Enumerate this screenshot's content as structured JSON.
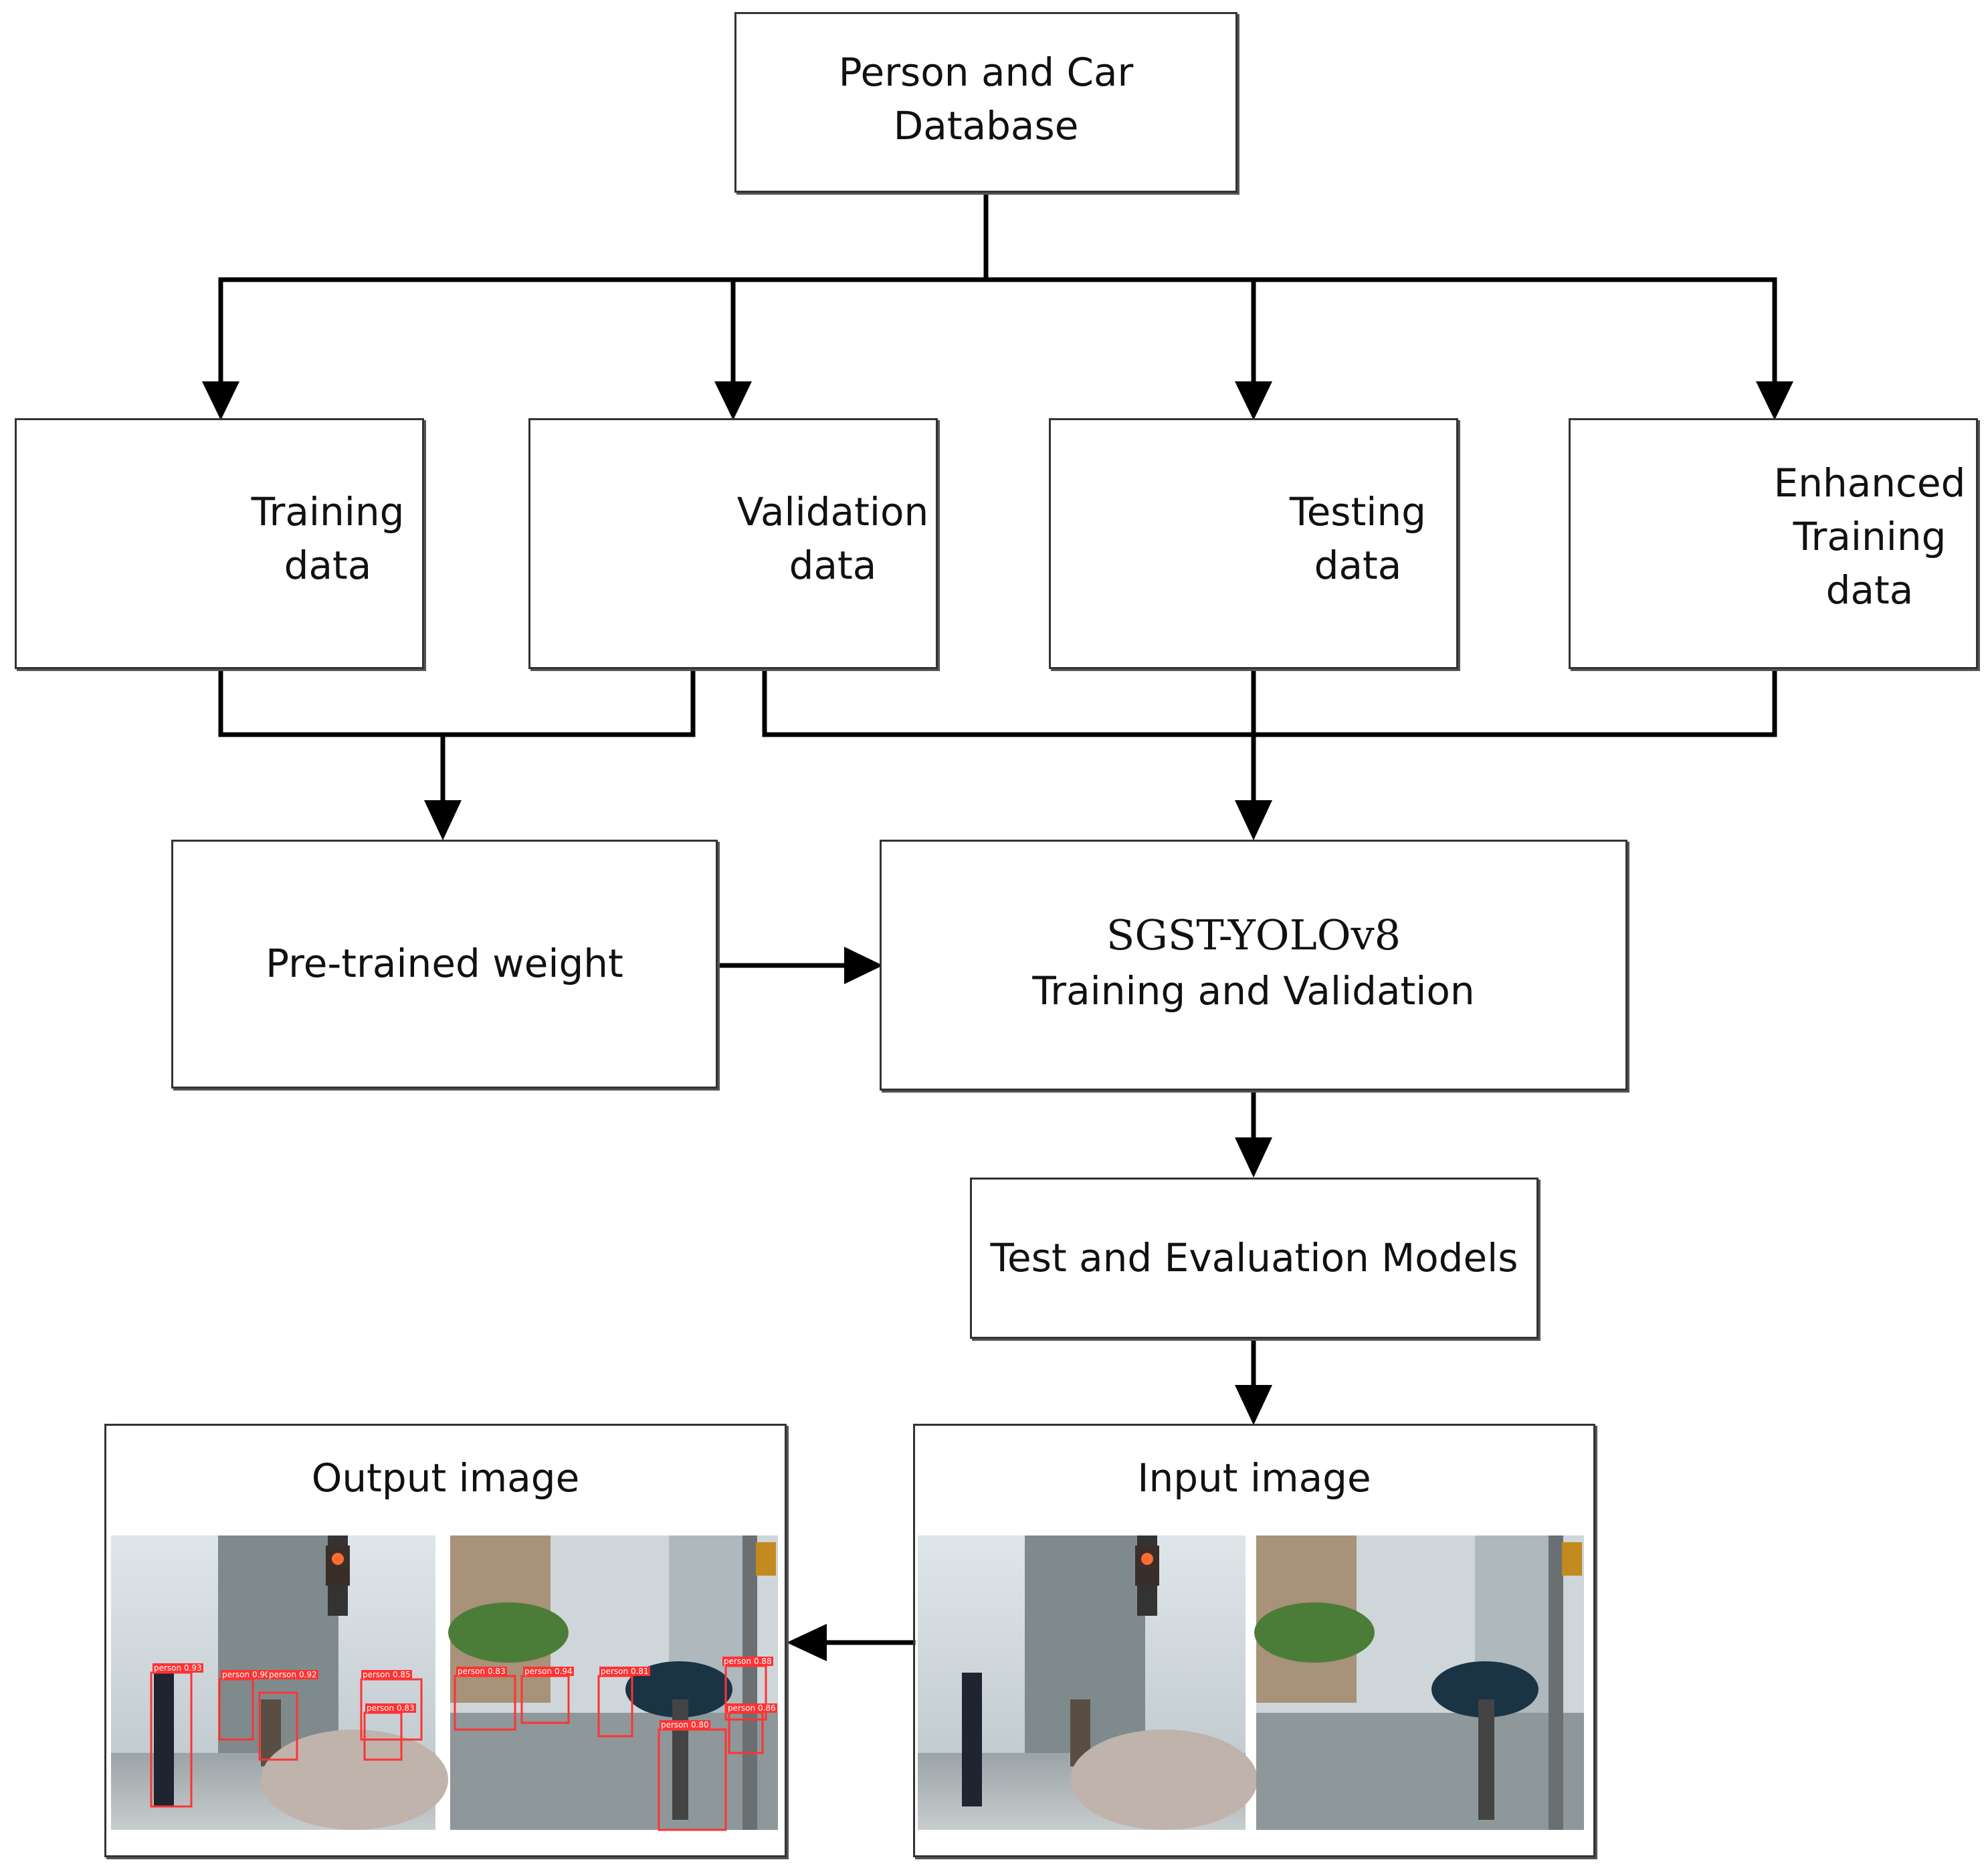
{
  "nodes": {
    "database": [
      "Person and Car",
      "Database"
    ],
    "training": [
      "Training",
      "data"
    ],
    "validation": [
      "Validation",
      "data"
    ],
    "testing": [
      "Testing",
      "data"
    ],
    "enhanced": [
      "Enhanced",
      "Training",
      "data"
    ],
    "pretrained": "Pre-trained weight",
    "sgst": [
      "SGST-YOLOv8",
      "Training and Validation"
    ],
    "test_eval": "Test and Evaluation Models",
    "input_image": "Input image",
    "output_image": "Output image"
  },
  "detection_labels": {
    "left_photo": [
      "person 0.93",
      "person 0.90",
      "person 0.92",
      "person 0.85",
      "person 0.83"
    ],
    "right_photo": [
      "person 0.83",
      "person 0.94",
      "person 0.81",
      "person 0.80",
      "person 0.88",
      "person 0.86"
    ]
  },
  "colors": {
    "box_border": "#333333",
    "arrow": "#000000",
    "detection_box": "#ff3333"
  }
}
